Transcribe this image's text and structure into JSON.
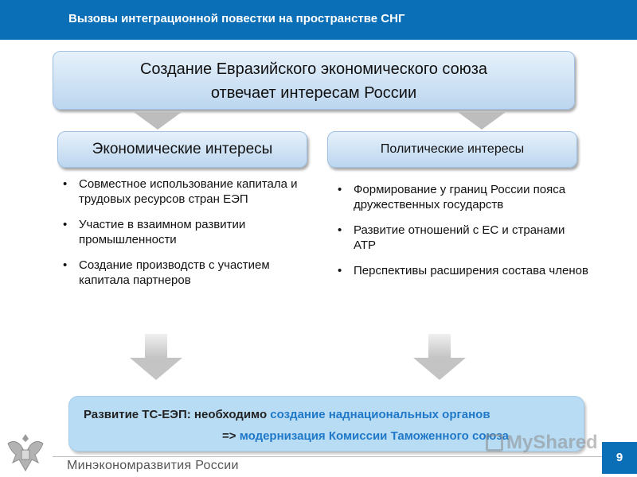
{
  "header": {
    "title": "Вызовы интеграционной повестки на пространстве СНГ"
  },
  "top_box": {
    "line1": "Создание Евразийского экономического союза",
    "line2": "отвечает интересам России"
  },
  "economic": {
    "title": "Экономические интересы",
    "items": [
      "Совместное использование капитала и трудовых ресурсов стран ЕЭП",
      "Участие в взаимном развитии промышленности",
      "Создание производств с участием капитала партнеров"
    ]
  },
  "political": {
    "title": "Политические интересы",
    "items": [
      "Формирование у границ России пояса дружественных государств",
      "Развитие отношений с ЕС и странами АТР",
      "Перспективы расширения состава членов"
    ]
  },
  "conclusion": {
    "line1_prefix": "Развитие ТС-ЕЭП: необходимо",
    "line1_highlight": "создание наднациональных органов",
    "line2_prefix": "=>",
    "line2_highlight": "модернизация Комиссии Таможенного союза"
  },
  "footer": {
    "ministry": "Минэкономразвития России",
    "page_number": "9",
    "watermark": "MyShared"
  },
  "colors": {
    "header_bg": "#0a6fb6",
    "pill_light": "#e6f1fb",
    "pill_dark": "#bcd6ef",
    "conclusion_bg": "#b8dcf4",
    "highlight_text": "#1f78c8",
    "arrow_gray": "#c4c4c4"
  },
  "icons": {
    "emblem": "double-headed-eagle-emblem-icon",
    "watermark": "presentation-board-icon"
  }
}
